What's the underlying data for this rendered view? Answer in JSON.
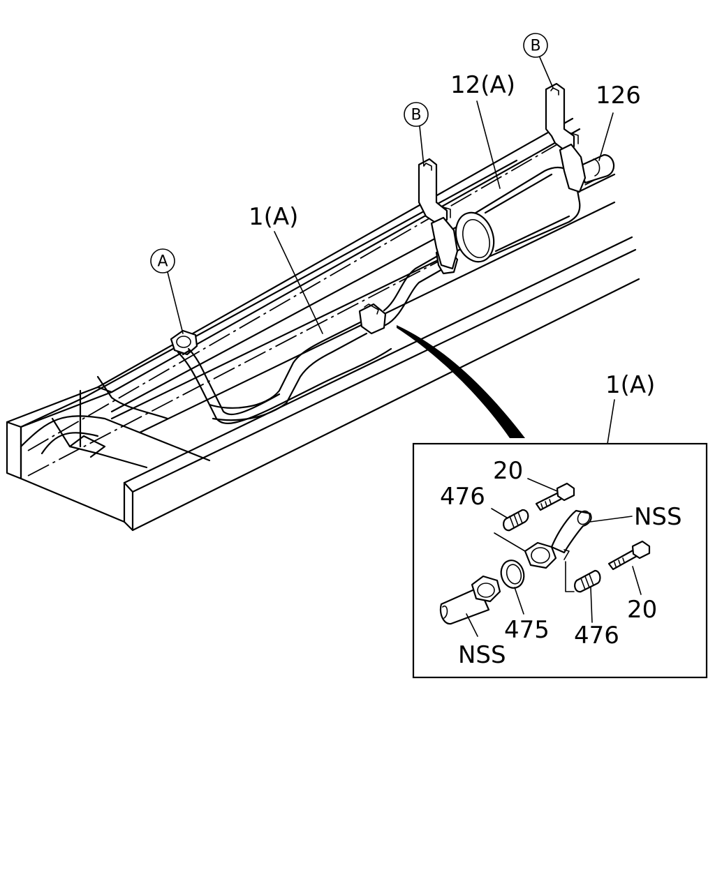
{
  "callouts": {
    "ref_a": "A",
    "ref_b_left": "B",
    "ref_b_right": "B",
    "part_12a": "12(A)",
    "part_126": "126",
    "part_1a_main": "1(A)",
    "part_1a_detail": "1(A)",
    "part_20_top": "20",
    "part_476_top": "476",
    "part_nss_top": "NSS",
    "part_20_bottom": "20",
    "part_476_bottom": "476",
    "part_475": "475",
    "part_nss_bottom": "NSS"
  }
}
